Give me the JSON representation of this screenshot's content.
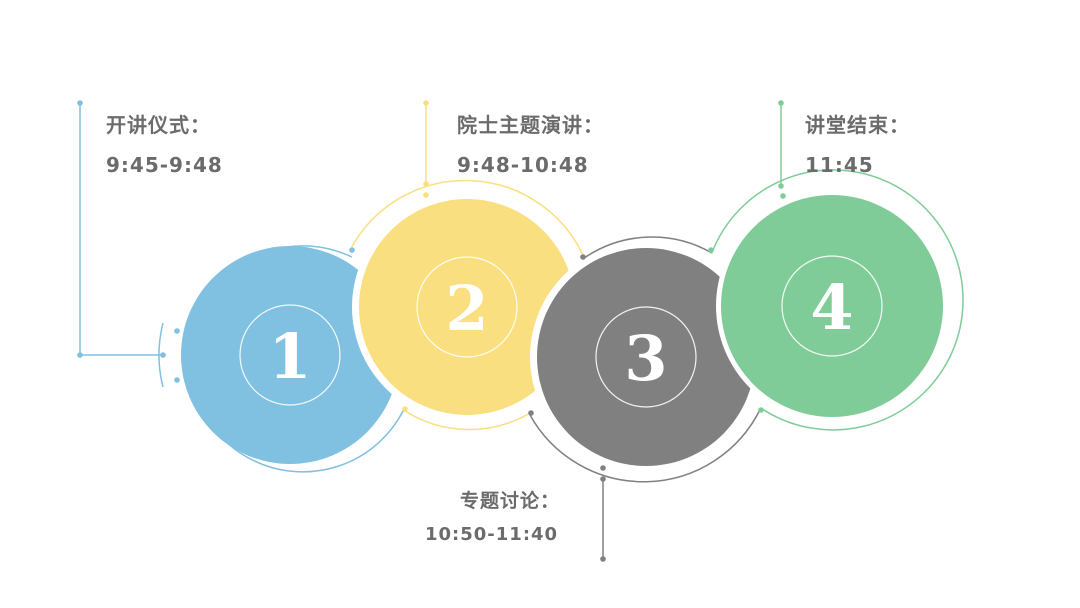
{
  "colors": {
    "step1": "#80c0e0",
    "step2": "#fadf80",
    "step3": "#808080",
    "step4": "#80cc99",
    "label_text": "#6b6b6b"
  },
  "steps": [
    {
      "number": "1",
      "title": "开讲仪式：",
      "time": "9:45-9:48"
    },
    {
      "number": "2",
      "title": "院士主题演讲：",
      "time": "9:48-10:48"
    },
    {
      "number": "3",
      "title": "专题讨论：",
      "time": "10:50-11:40"
    },
    {
      "number": "4",
      "title": "讲堂结束：",
      "time": "11:45"
    }
  ]
}
